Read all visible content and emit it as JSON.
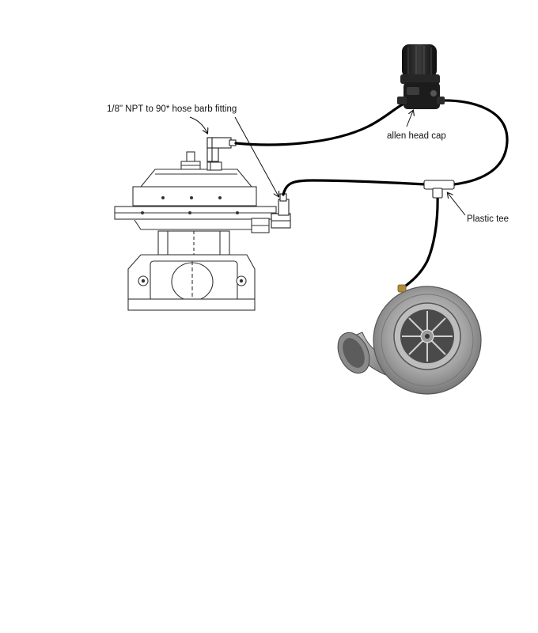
{
  "labels": {
    "fitting": "1/8\" NPT to 90* hose barb fitting",
    "allen_head_cap": "allen head cap",
    "plastic_tee": "Plastic tee"
  },
  "icons": [
    "wastegate",
    "boost-controller",
    "turbocharger",
    "plastic-tee",
    "hose-barb-fitting"
  ],
  "colors": {
    "background": "#ffffff",
    "hose": "#000000",
    "line_art": "#333333",
    "turbo_metal": "#9c9c9c",
    "controller_body": "#1e1e1e"
  }
}
